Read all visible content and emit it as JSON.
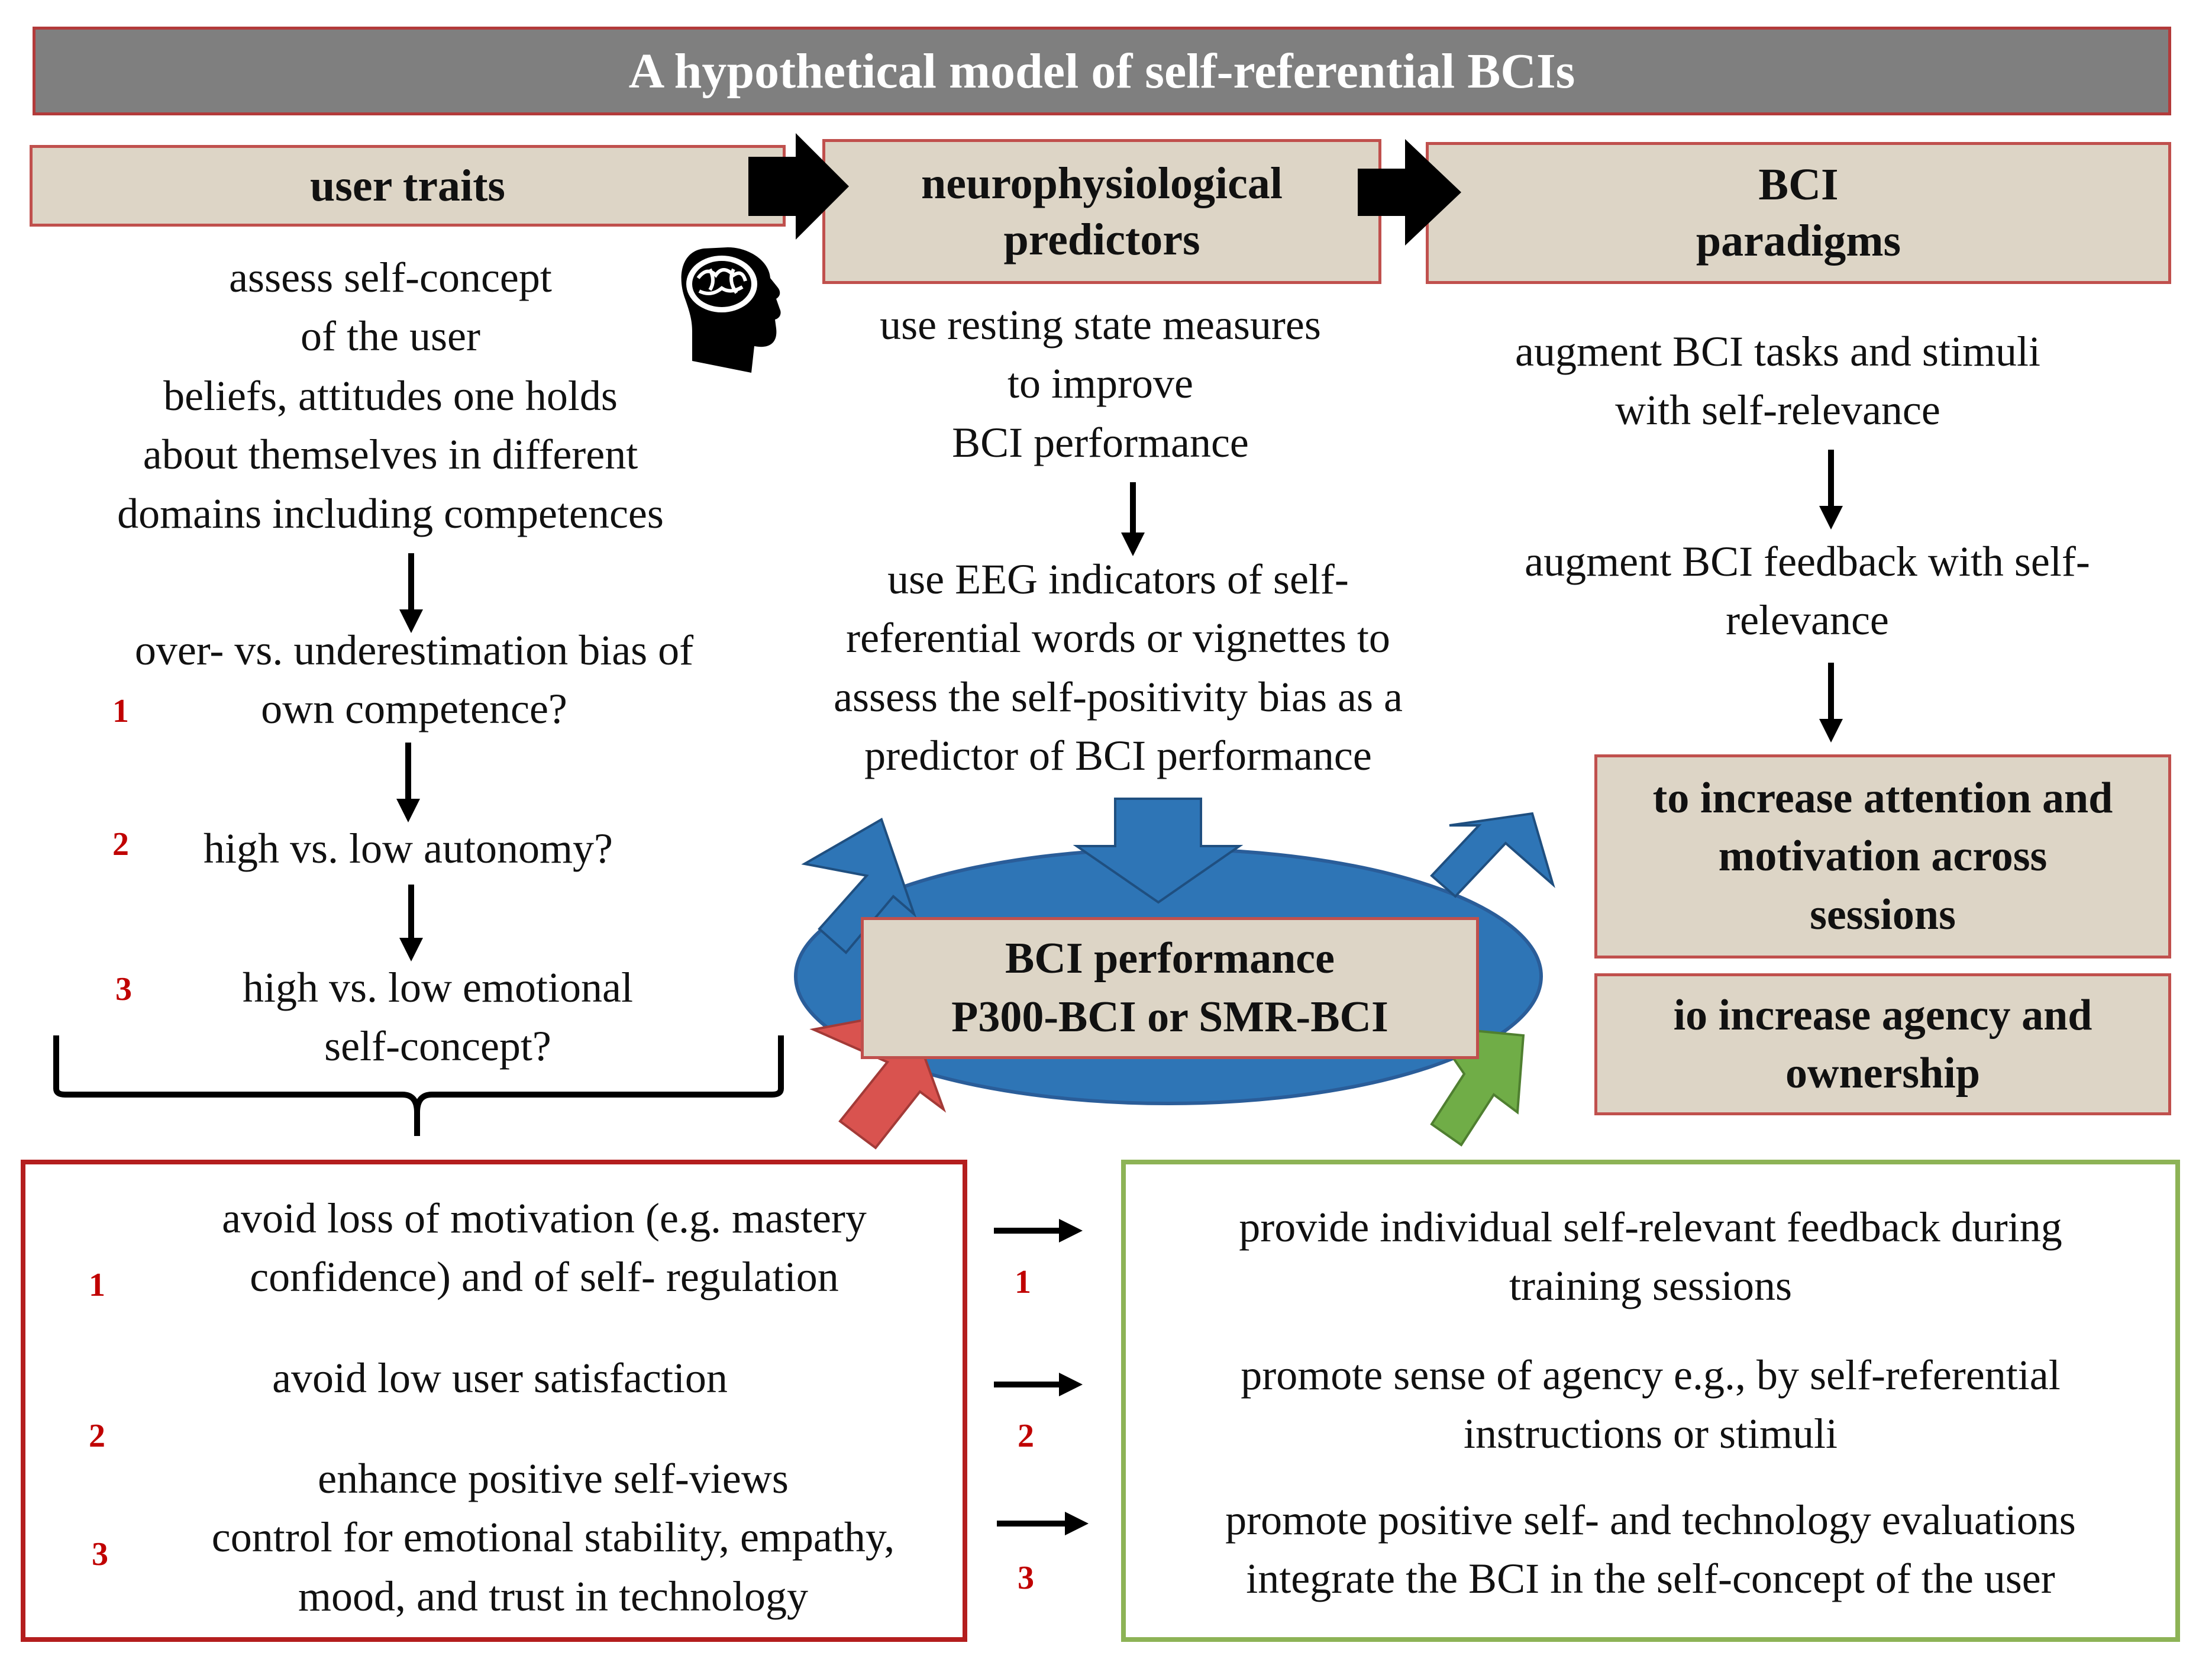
{
  "title": "A hypothetical model of self-referential BCIs",
  "headers": {
    "user_traits": "user traits",
    "neuro_line1": "neurophysiological",
    "neuro_line2": "predictors",
    "bci_line1": "BCI",
    "bci_line2": "paradigms"
  },
  "left_column": {
    "assess_line1": "assess self-concept",
    "assess_line2": "of the user",
    "beliefs_line1": "beliefs, attitudes one holds",
    "beliefs_line2": "about themselves in different",
    "beliefs_line3": "domains including competences",
    "q1_line1": "over- vs. underestimation bias of",
    "q1_line2": "own competence?",
    "q2": "high vs. low autonomy?",
    "q3_line1": "high vs. low emotional",
    "q3_line2": "self-concept?",
    "n1": "1",
    "n2": "2",
    "n3": "3"
  },
  "middle_column": {
    "rest_line1": "use resting state measures",
    "rest_line2": "to improve",
    "rest_line3": "BCI performance",
    "eeg_line1": "use EEG indicators of self-",
    "eeg_line2": "referential words or vignettes to",
    "eeg_line3": "assess the self-positivity bias as a",
    "eeg_line4": "predictor of BCI performance"
  },
  "right_column": {
    "aug1_line1": "augment BCI tasks and stimuli",
    "aug1_line2": "with self-relevance",
    "aug2_line1": "augment BCI feedback with self-",
    "aug2_line2": "relevance",
    "box1_line1": "to increase attention and",
    "box1_line2": "motivation across",
    "box1_line3": "sessions",
    "box2_line1": "io increase agency and",
    "box2_line2": "ownership"
  },
  "performance": {
    "line1": "BCI performance",
    "line2": "P300-BCI or SMR-BCI"
  },
  "red_box": {
    "item1_line1": "avoid loss of motivation (e.g. mastery",
    "item1_line2": "confidence) and of self- regulation",
    "item2": "avoid low user satisfaction",
    "item3_line1": "enhance positive self-views",
    "item3_line2": "control for emotional stability, empathy,",
    "item3_line3": "mood, and trust in technology",
    "n1": "1",
    "n2": "2",
    "n3": "3"
  },
  "green_box": {
    "item1_line1": "provide individual self-relevant feedback during",
    "item1_line2": "training sessions",
    "item2_line1": "promote sense of agency e.g., by self-referential",
    "item2_line2": "instructions or stimuli",
    "item3_line1": "promote positive self- and technology evaluations",
    "item3_line2": "integrate the BCI in the self-concept of the user",
    "n1": "1",
    "n2": "2",
    "n3": "3"
  },
  "colors": {
    "title_bg": "#7f7f7f",
    "header_bg": "#ddd5c6",
    "header_border": "#c0504d",
    "ellipse_blue": "#2e75b6",
    "arrow_red": "#d9534f",
    "arrow_green": "#70ad47",
    "red_box_border": "#b41e1e",
    "green_box_border": "#8db356",
    "number_red": "#c00000"
  },
  "icons": [
    "head-brain-icon",
    "black-block-arrow",
    "down-arrow",
    "right-arrow",
    "curly-brace"
  ]
}
